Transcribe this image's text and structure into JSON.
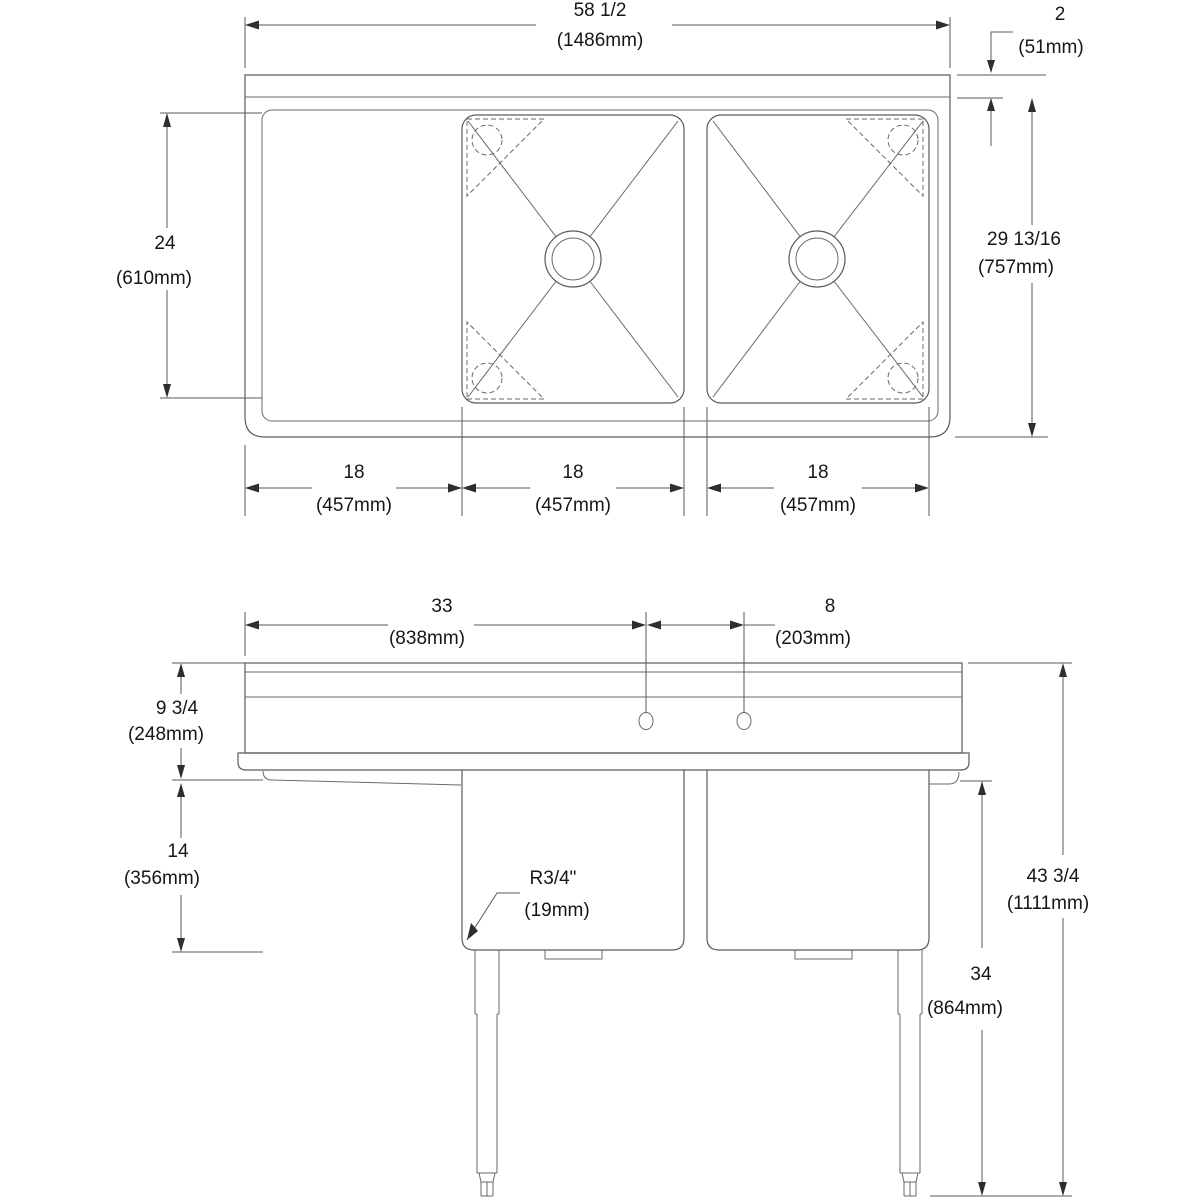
{
  "drawing": {
    "type": "two-compartment sink with left drainboard - dimension drawing",
    "colors": {
      "background": "#ffffff",
      "line": "#5a5a5a",
      "text": "#161616"
    }
  },
  "plan_view": {
    "overall_width": {
      "in": "58 1/2",
      "mm": "(1486mm)"
    },
    "backsplash_thickness": {
      "in": "2",
      "mm": "(51mm)"
    },
    "bowl_length": {
      "in": "24",
      "mm": "(610mm)"
    },
    "overall_depth": {
      "in": "29 13/16",
      "mm": "(757mm)"
    },
    "sections": [
      {
        "in": "18",
        "mm": "(457mm)"
      },
      {
        "in": "18",
        "mm": "(457mm)"
      },
      {
        "in": "18",
        "mm": "(457mm)"
      }
    ]
  },
  "front_view": {
    "drainboard_span": {
      "in": "33",
      "mm": "(838mm)"
    },
    "faucet_hole_spacing": {
      "in": "8",
      "mm": "(203mm)"
    },
    "backsplash_height": {
      "in": "9 3/4",
      "mm": "(248mm)"
    },
    "bowl_depth": {
      "in": "14",
      "mm": "(356mm)"
    },
    "corner_radius": {
      "in": "R3/4\"",
      "mm": "(19mm)"
    },
    "overall_height": {
      "in": "43 3/4",
      "mm": "(1111mm)"
    },
    "underside_height": {
      "in": "34",
      "mm": "(864mm)"
    }
  }
}
